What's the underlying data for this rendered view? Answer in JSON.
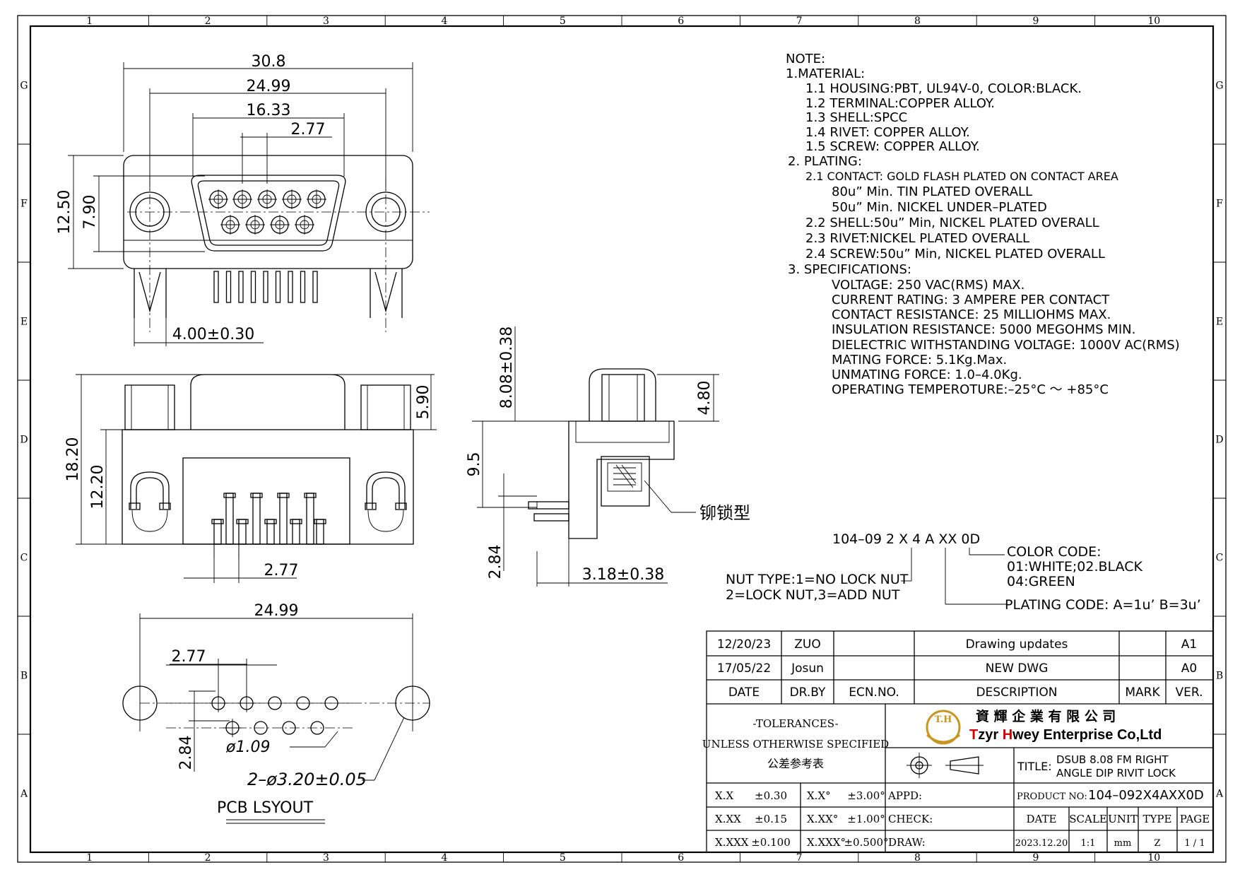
{
  "border": {
    "columns": [
      "1",
      "2",
      "3",
      "4",
      "5",
      "6",
      "7",
      "8",
      "9",
      "10"
    ],
    "rows": [
      "G",
      "F",
      "E",
      "D",
      "C",
      "B",
      "A"
    ]
  },
  "notes": {
    "heading": "NOTE:",
    "lines": [
      "1.MATERIAL:",
      "1.1  HOUSING:PBT,  UL94V-0,    COLOR:BLACK.",
      "1.2  TERMINAL:COPPER  ALLOY.",
      "1.3  SHELL:SPCC",
      "1.4  RIVET:  COPPER  ALLOY.",
      "1.5  SCREW:  COPPER  ALLOY.",
      "2.  PLATING:",
      "2.1  CONTACT:  GOLD FLASH PLATED ON CONTACT AREA",
      "80u”  Min.  TIN  PLATED  OVERALL",
      "50u”  Min.  NICKEL  UNDER–PLATED",
      "2.2  SHELL:50u”  Min,  NICKEL  PLATED  OVERALL",
      "2.3  RIVET:NICKEL  PLATED  OVERALL",
      "2.4  SCREW:50u”  Min,  NICKEL  PLATED  OVERALL",
      "3.  SPECIFICATIONS:",
      "VOLTAGE:  250  VAC(RMS)  MAX.",
      "CURRENT  RATING:  3  AMPERE  PER  CONTACT",
      "CONTACT  RESISTANCE:  25  MILLIOHMS  MAX.",
      "INSULATION  RESISTANCE:  5000  MEGOHMS  MIN.",
      "DIELECTRIC  WITHSTANDING  VOLTAGE:  1000V  AC(RMS)",
      "MATING  FORCE:  5.1Kg.Max.",
      "UNMATING  FORCE:  1.0–4.0Kg.",
      "OPERATING  TEMPEROTURE:–25°C  ～  +85°C"
    ]
  },
  "dimensions": {
    "front_overall": "30.8",
    "front_mount": "24.99",
    "front_shell": "16.33",
    "front_pitch": "2.77",
    "front_height": "12.50",
    "front_row": "7.90",
    "front_leg": "4.00±0.30",
    "bottom_height": "18.20",
    "bottom_body": "12.20",
    "bottom_nut": "5.90",
    "bottom_pitch": "2.77",
    "side_total": "8.08±0.38",
    "side_nut": "4.80",
    "side_body": "9.5",
    "side_pin": "2.84",
    "side_depth": "3.18±0.38",
    "side_callout": "铆锁型",
    "pcb_span": "24.99",
    "pcb_pitch": "2.77",
    "pcb_row": "2.84",
    "pcb_hole": "ø1.09",
    "pcb_mount_hole": "2–ø3.20±0.05",
    "pcb_title": "PCB  LSYOUT"
  },
  "part_code": {
    "code": "104–09  2  X  4  A  XX  0D",
    "color_code": "COLOR  CODE:",
    "color_1": "01:WHITE;02.BLACK",
    "color_2": "04:GREEN",
    "nut_type_1": "NUT TYPE:1=NO LOCK NUT",
    "nut_type_2": "2=LOCK  NUT,3=ADD  NUT",
    "plating_code": "PLATING  CODE:  A=1u’  B=3u’"
  },
  "revisions": {
    "rows": [
      {
        "date": "12/20/23",
        "by": "ZUO",
        "ecn": "",
        "desc": "Drawing  updates",
        "mark": "",
        "ver": "A1"
      },
      {
        "date": "17/05/22",
        "by": "Josun",
        "ecn": "",
        "desc": "NEW  DWG",
        "mark": "",
        "ver": "A0"
      }
    ],
    "headers": {
      "date": "DATE",
      "by": "DR.BY",
      "ecn": "ECN.NO.",
      "desc": "DESCRIPTION",
      "mark": "MARK",
      "ver": "VER."
    }
  },
  "tolerances": {
    "title": "-TOLERANCES-",
    "sub": "UNLESS OTHERWISE SPECIFIED",
    "cn": "公差参考表",
    "rows": [
      {
        "a": "X.X",
        "av": "±0.30",
        "b": "X.X°",
        "bv": "±3.00°"
      },
      {
        "a": "X.XX",
        "av": "±0.15",
        "b": "X.XX°",
        "bv": "±1.00°"
      },
      {
        "a": "X.XXX",
        "av": "±0.100",
        "b": "X.XXX°",
        "bv": "±0.500°"
      }
    ]
  },
  "company": {
    "logo": "T.H",
    "name_cn": "資 輝 企 業 有 限 公 司",
    "name_t": "T",
    "name_1": "zyr ",
    "name_h": "H",
    "name_2": "wey Enterprise Co,Ltd",
    "brand_color": "#d40000",
    "logo_color": "#c8961e"
  },
  "title_block": {
    "title_label": "TITLE:",
    "title_1": "DSUB 8.08 FM RIGHT",
    "title_2": "ANGLE DIP RIVIT LOCK",
    "appd": "APPD:",
    "check": "CHECK:",
    "draw": "DRAW:",
    "product_label": "PRODUCT NO:",
    "product_no": "104–092X4AXX0D",
    "h_date": "DATE",
    "h_scale": "SCALE",
    "h_unit": "UNIT",
    "h_type": "TYPE",
    "h_page": "PAGE",
    "date": "2023.12.20",
    "scale": "1:1",
    "unit": "mm",
    "type": "Z",
    "page": "1 / 1"
  }
}
